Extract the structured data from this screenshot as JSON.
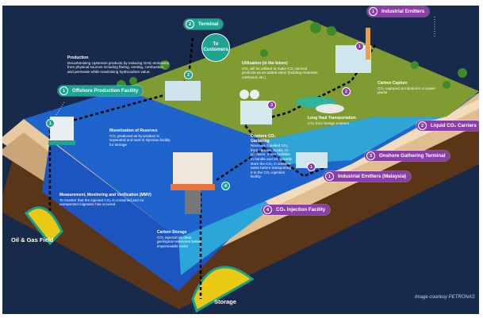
{
  "pills": {
    "industrial_emitters": {
      "num": "1",
      "label": "Industrial Emitters"
    },
    "terminal": {
      "num": "2",
      "label": "Terminal"
    },
    "offshore_production": {
      "num": "1",
      "label": "Offshore Production Facility"
    },
    "liquid_co2_carriers": {
      "num": "2",
      "label": "Liquid CO₂ Carriers"
    },
    "onshore_gathering_terminal": {
      "num": "3",
      "label": "Onshore Gathering Terminal"
    },
    "industrial_emitters_malaysia": {
      "num": "1",
      "label": "Industrial Emitters (Malaysia)"
    },
    "co2_injection_facility": {
      "num": "4",
      "label": "CO₂ Injection Facility"
    }
  },
  "to_customers": "To Customers",
  "notes": {
    "production": {
      "title": "Production",
      "body": "Decarbonising Upstream products by reducing GHG emissions from physical sources including flaring, venting, combustion, and permeate while maximising hydrocarbon value."
    },
    "utilisation": {
      "title": "Utilisation (in the future)",
      "body": "CO₂ will be utilised to make CO₂ derived products as an added value (building materials, methanol, etc.)"
    },
    "carbon_capture": {
      "title": "Carbon Capture",
      "body": "CO₂ captured at industries or power plants"
    },
    "long_haul": {
      "title": "Long Haul Transportation",
      "body": "CO₂ from foreign emitters"
    },
    "monetisation": {
      "title": "Monetisation of Reserves",
      "body": "CO₂ produced as by-product is separated and sent to injection facility for storage"
    },
    "onshore_gathering": {
      "title": "Onshore CO₂ Gathering",
      "body": "Receives liquefied CO₂ from carriers, trucks, or pipelines. It has facilities to handle and temporarily store the CO₂ in onshore tanks before transporting it to the CO₂ injection facility."
    },
    "mmv": {
      "title": "Measurement, Monitoring and Verification (MMV)",
      "body": "To monitor that the injected CO₂ is contained and no unexpected migration has occured"
    },
    "carbon_storage": {
      "title": "Carbon Storage",
      "body": "CO₂ injection to deep geological reservoirs below impermeable rocks"
    }
  },
  "labels": {
    "oil_gas_field": "Oil & Gas Field",
    "storage": "Storage"
  },
  "badges": [
    "1",
    "2",
    "1",
    "2",
    "3",
    "4",
    "1"
  ],
  "credit": "Image courtesy PETRONAS",
  "colors": {
    "background": "#172a4b",
    "teal": "#1fa393",
    "purple": "#8a3fa6",
    "sea": "#1e5fc6",
    "land": "#7a9a2e"
  }
}
